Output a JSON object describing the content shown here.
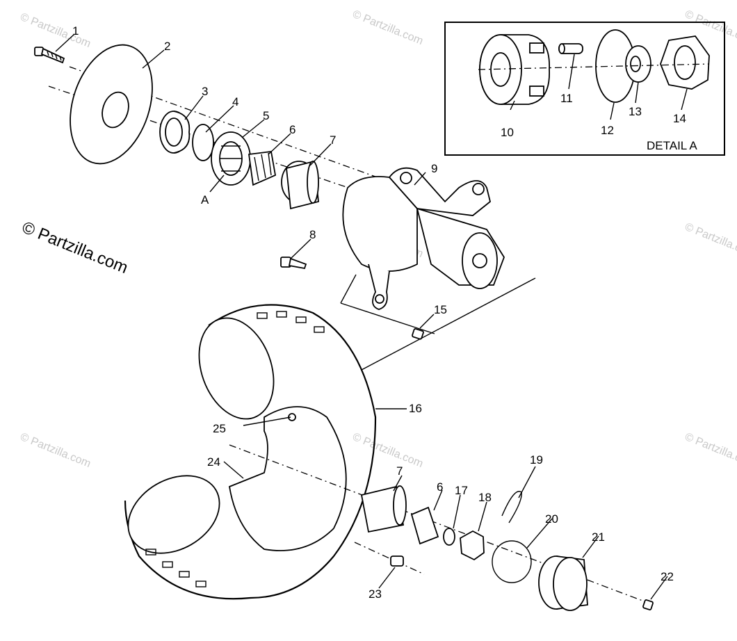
{
  "watermark": {
    "big": "© Partzilla.com",
    "faint": "© Partzilla.com"
  },
  "detail": {
    "title": "DETAIL A"
  },
  "callouts": {
    "p1": "1",
    "p2": "2",
    "p3": "3",
    "p4": "4",
    "p5": "5",
    "p6": "6",
    "p7": "7",
    "p8": "8",
    "p9": "9",
    "p10": "10",
    "p11": "11",
    "p12": "12",
    "p13": "13",
    "p14": "14",
    "p15": "15",
    "p16": "16",
    "p17": "17",
    "p18": "18",
    "p19": "19",
    "p20": "20",
    "p21": "21",
    "p22": "22",
    "p23": "23",
    "p24": "24",
    "p25": "25",
    "p6b": "6",
    "p7b": "7",
    "pA": "A"
  }
}
